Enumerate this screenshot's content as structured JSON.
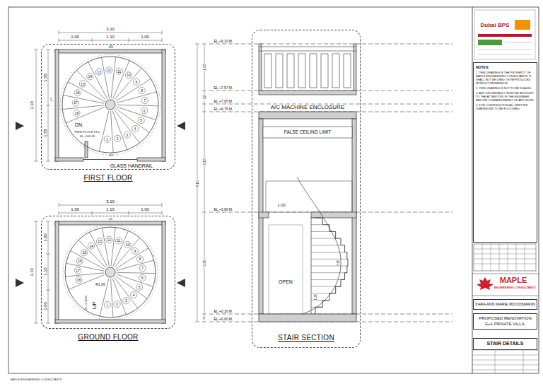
{
  "diagram": {
    "nodes": [
      {
        "text": [
          "FIRST FLOOR"
        ]
      },
      {
        "text": [
          "GROUND FLOOR"
        ]
      },
      {
        "text": [
          "STAIR SECTION"
        ]
      },
      {
        "text": [
          "NOTES:",
          "1. THIS DRAWING IS THE PROPERTY OF MAPLE ENGINEERING CONSULTANTS. IT SHALL NOT BE USED OR REPRODUCED WITHOUT PERMISSION.",
          "2. THIS DRAWING IS NOT TO BE SCALED.",
          "3. ANY DISCREPANCY MUST BE BROUGHT TO THE ATTENTION OF THE ENGINEER BEFORE COMMENCEMENT OF ANY WORK.",
          "4. FOR CONSTRUCTION ALL WRITTEN DIMENSIONS TO BE FOLLOWED."
        ]
      },
      {
        "text": [
          "XARA ANN MARIE MOODSMANN"
        ]
      },
      {
        "text": [
          "PROPOSED RENOVATION G+1 PRIVATE VILLA."
        ]
      },
      {
        "text": [
          "STAIR DETAILS"
        ]
      }
    ],
    "labels": [
      "3.10",
      "1.00",
      "1.10",
      "1.00",
      ".43",
      "1.55",
      "3.10",
      ".43",
      "1.55",
      "1",
      "2",
      "3",
      "4",
      "5",
      "6",
      "7",
      "8",
      "9",
      "10",
      "11",
      "12",
      "13",
      "14",
      "15",
      "16",
      "17",
      "18",
      "DN.",
      "FIRST FLOOR F.F.L.",
      "EL +3.60 M.",
      ".43",
      "GLASS HANDRAIL",
      "3.10",
      "1.00",
      "1.10",
      "1.00",
      ".43",
      "1.00",
      "3.10",
      "1.10",
      "1.00",
      "1",
      "2",
      "3",
      "4",
      "5",
      "6",
      "7",
      "8",
      "9",
      "10",
      "11",
      "12",
      "13",
      "14",
      "15",
      "16",
      "17",
      "18",
      "UP",
      "EL +0.30 M.",
      "R1.50",
      "EL +9.10 M.",
      "EL +7.57 M.",
      "EL +7.05 M.",
      "EL +6.75 M.",
      "EL +3.60 M.",
      "EL +0.30 M.",
      "EL +0.00 M.",
      "1.53",
      ".52",
      "3.15",
      "9.10",
      "3.30",
      ".30",
      "A/C MACHINE ENCLOSURE",
      "FALSE CEILING LIMIT",
      "1.00",
      "OPEN",
      "3.30",
      "1.20",
      "Dubai BPS",
      "MAPLE",
      "ENGINEERING CONSULTANTS",
      "MAPLE ENGINEERING CONSULTANTS"
    ]
  }
}
